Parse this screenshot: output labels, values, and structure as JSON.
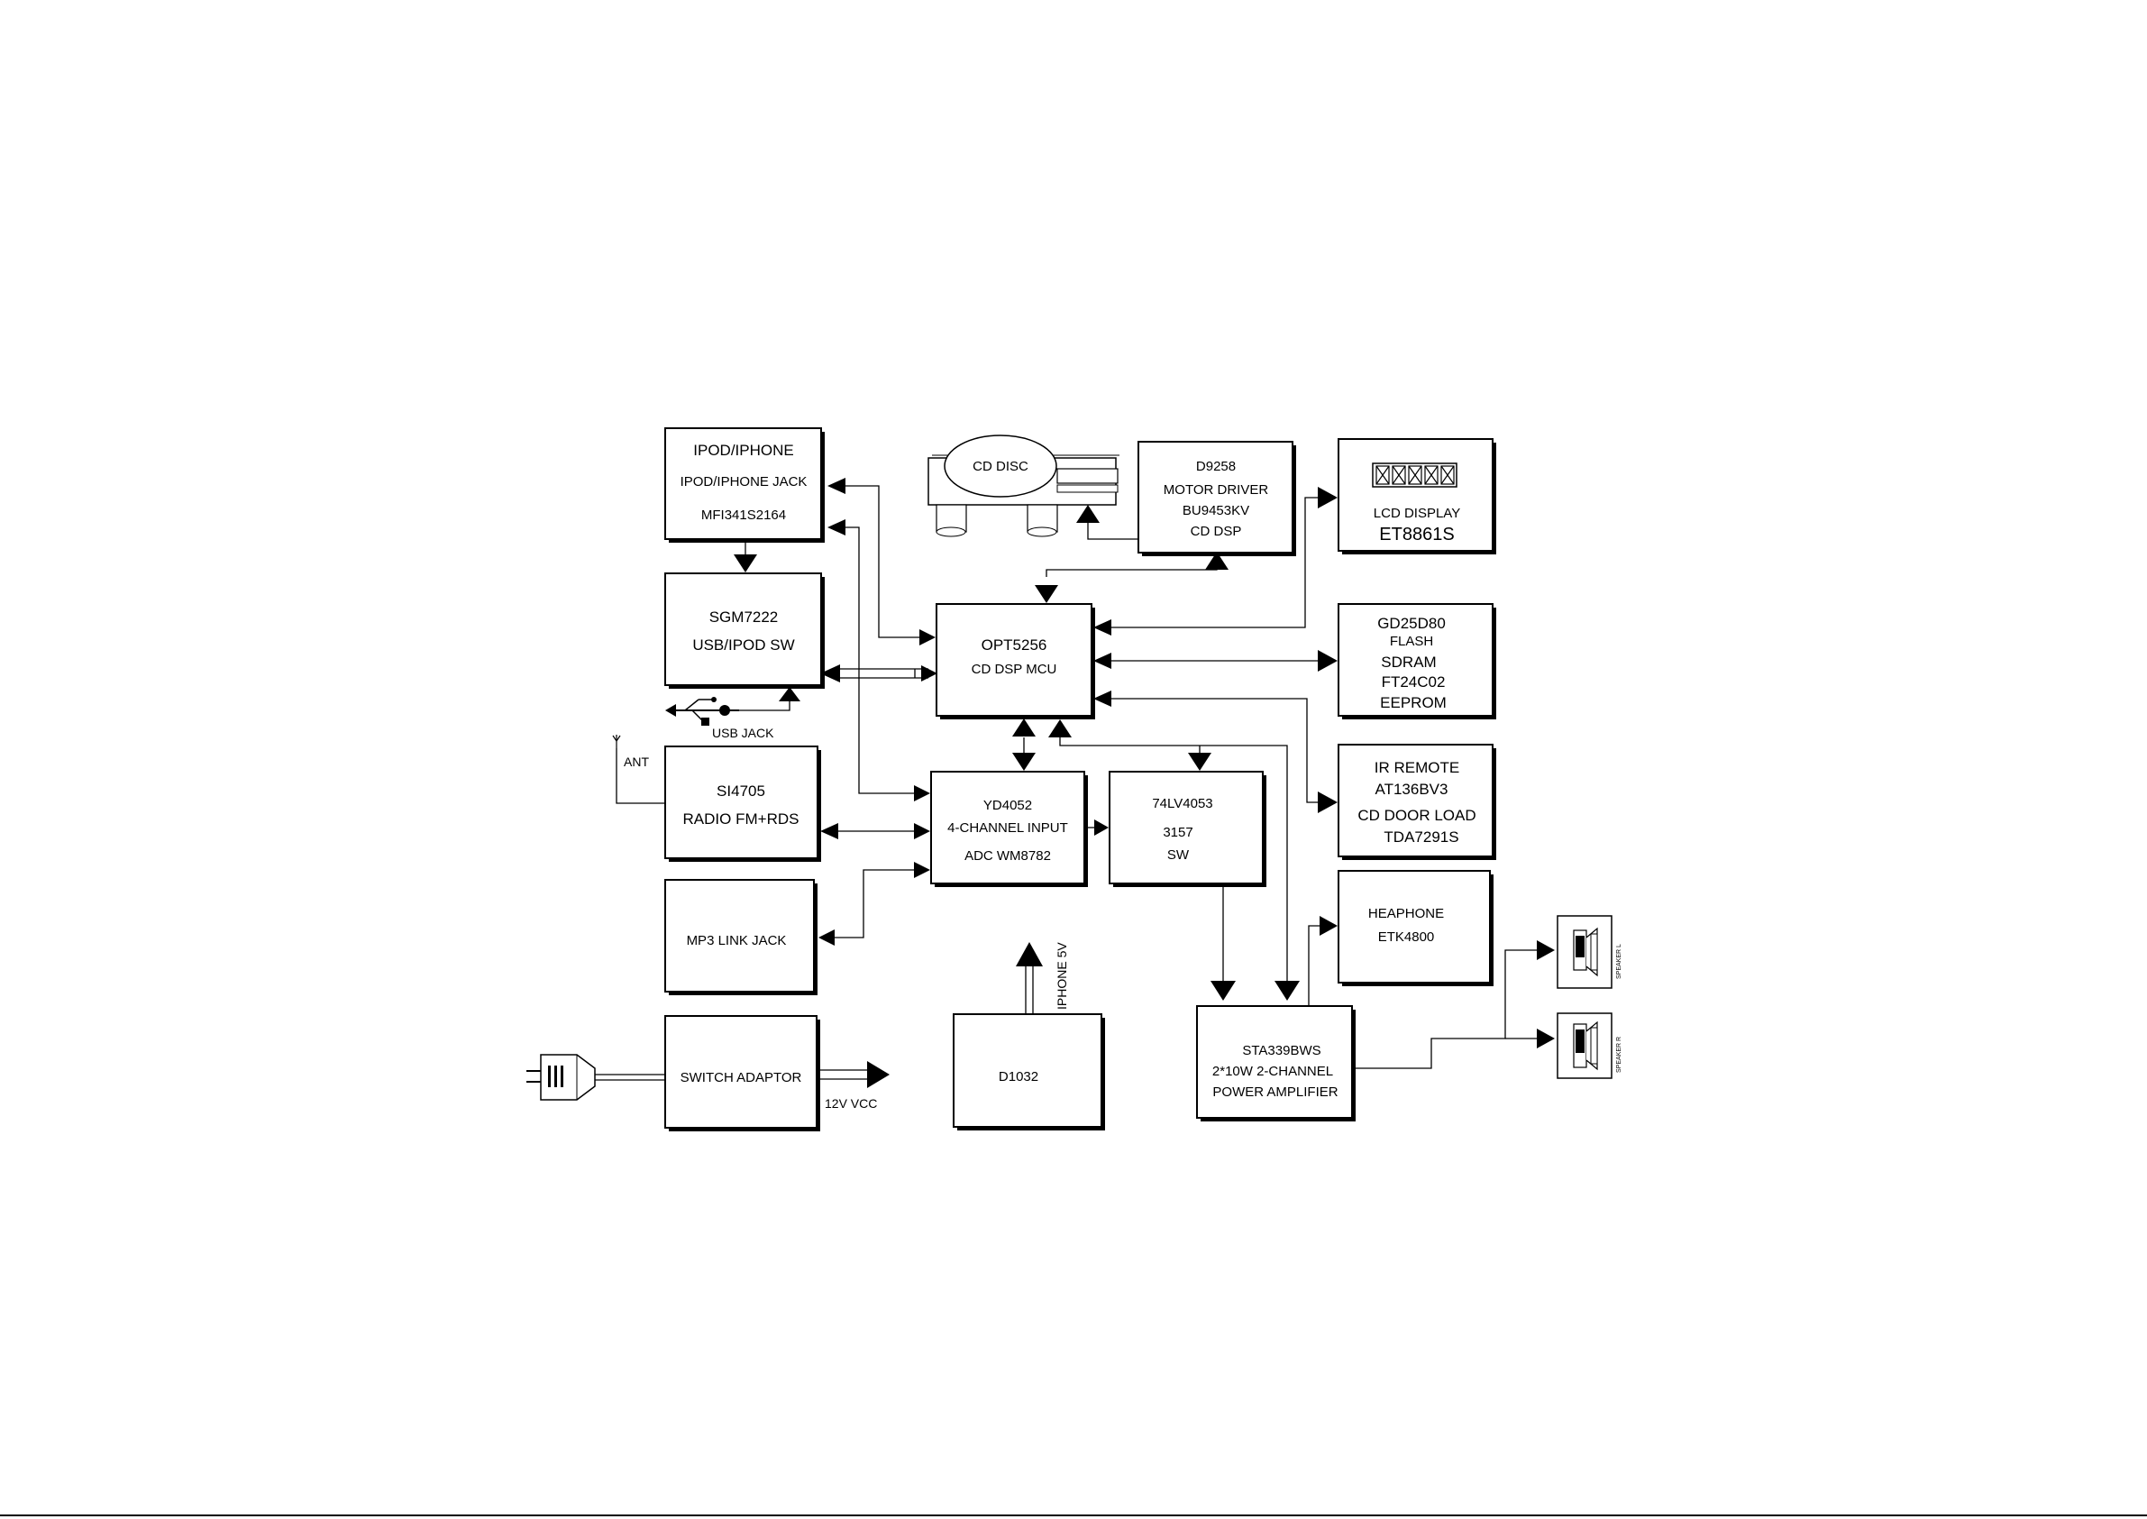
{
  "blocks": {
    "ipod": {
      "lines": [
        "IPOD/IPHONE",
        "IPOD/IPHONE JACK",
        "MFI341S2164"
      ]
    },
    "sgm": {
      "lines": [
        "SGM7222",
        "USB/IPOD SW"
      ]
    },
    "si4705": {
      "lines": [
        "SI4705",
        "RADIO FM+RDS"
      ]
    },
    "mp3": {
      "lines": [
        "MP3 LINK  JACK"
      ]
    },
    "switch": {
      "lines": [
        "SWITCH ADAPTOR"
      ]
    },
    "cd_disc": {
      "lines": [
        "CD DISC"
      ]
    },
    "d9258": {
      "lines": [
        "D9258",
        "MOTOR DRIVER",
        "BU9453KV",
        "CD DSP"
      ]
    },
    "opt": {
      "lines": [
        "OPT5256",
        "CD  DSP MCU"
      ]
    },
    "yd": {
      "lines": [
        "YD4052",
        "4-CHANNEL INPUT",
        "ADC WM8782"
      ]
    },
    "lv": {
      "lines": [
        "74LV4053",
        "3157",
        "SW"
      ]
    },
    "d1032": {
      "lines": [
        "D1032"
      ]
    },
    "sta": {
      "lines": [
        "STA339BWS",
        "2*10W 2-CHANNEL",
        "POWER  AMPLIFIER"
      ]
    },
    "lcd": {
      "lines": [
        "LCD DISPLAY",
        "ET8861S"
      ]
    },
    "flash": {
      "lines": [
        "GD25D80",
        "FLASH",
        "SDRAM",
        "FT24C02",
        "EEPROM"
      ]
    },
    "ir": {
      "lines": [
        "IR REMOTE",
        "AT136BV3",
        "CD DOOR LOAD",
        "TDA7291S"
      ]
    },
    "heaphone": {
      "lines": [
        "HEAPHONE",
        "ETK4800"
      ]
    }
  },
  "labels": {
    "usb_jack": "USB JACK",
    "ant": "ANT",
    "vcc": "12V VCC",
    "iphone_5v": "IPHONE 5V",
    "speaker_l": "SPEAKER L",
    "speaker_r": "SPEAKER R"
  }
}
